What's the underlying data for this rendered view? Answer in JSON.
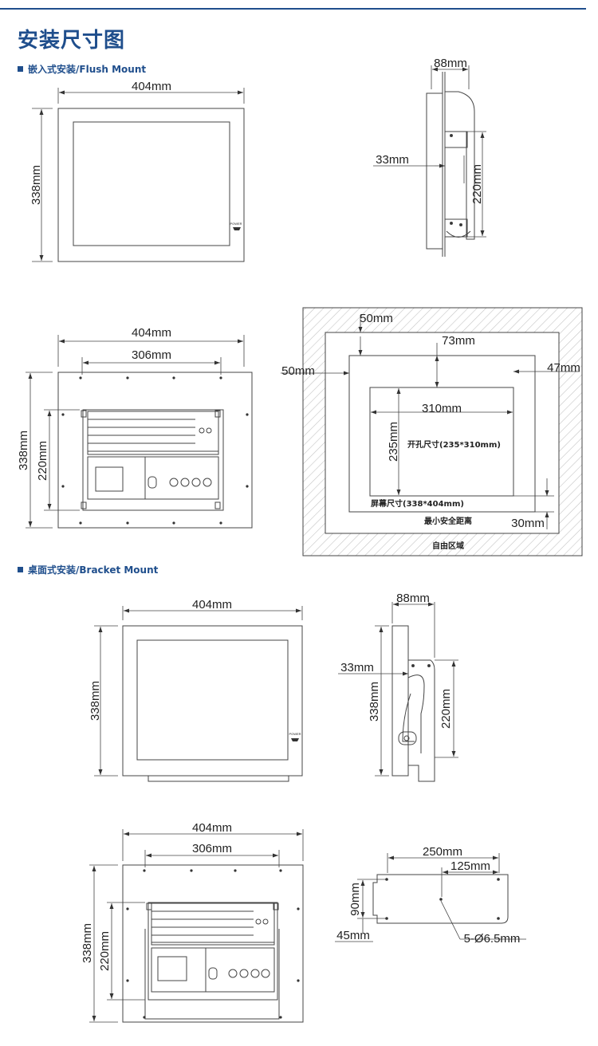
{
  "page": {
    "title": "安装尺寸图",
    "sections": [
      {
        "label": "嵌入式安装/Flush Mount"
      },
      {
        "label": "桌面式安装/Bracket Mount"
      }
    ]
  },
  "labels": {
    "w404": "404mm",
    "h338": "338mm",
    "d88": "88mm",
    "d33": "33mm",
    "h220": "220mm",
    "w306": "306mm",
    "m50": "50mm",
    "m73": "73mm",
    "m47": "47mm",
    "w310": "310mm",
    "h235": "235mm",
    "m30": "30mm",
    "cutout": "开孔尺寸(235*310mm)",
    "screen": "屏幕尺寸(338*404mm)",
    "safe": "最小安全距离",
    "free": "自由区域",
    "b250": "250mm",
    "b125": "125mm",
    "b90": "90mm",
    "b45": "45mm",
    "holes": "5-Ø6.5mm",
    "power": "POWER"
  },
  "colors": {
    "accent": "#1f4e8c",
    "line": "#444444",
    "hatch": "#b5b5b5"
  }
}
